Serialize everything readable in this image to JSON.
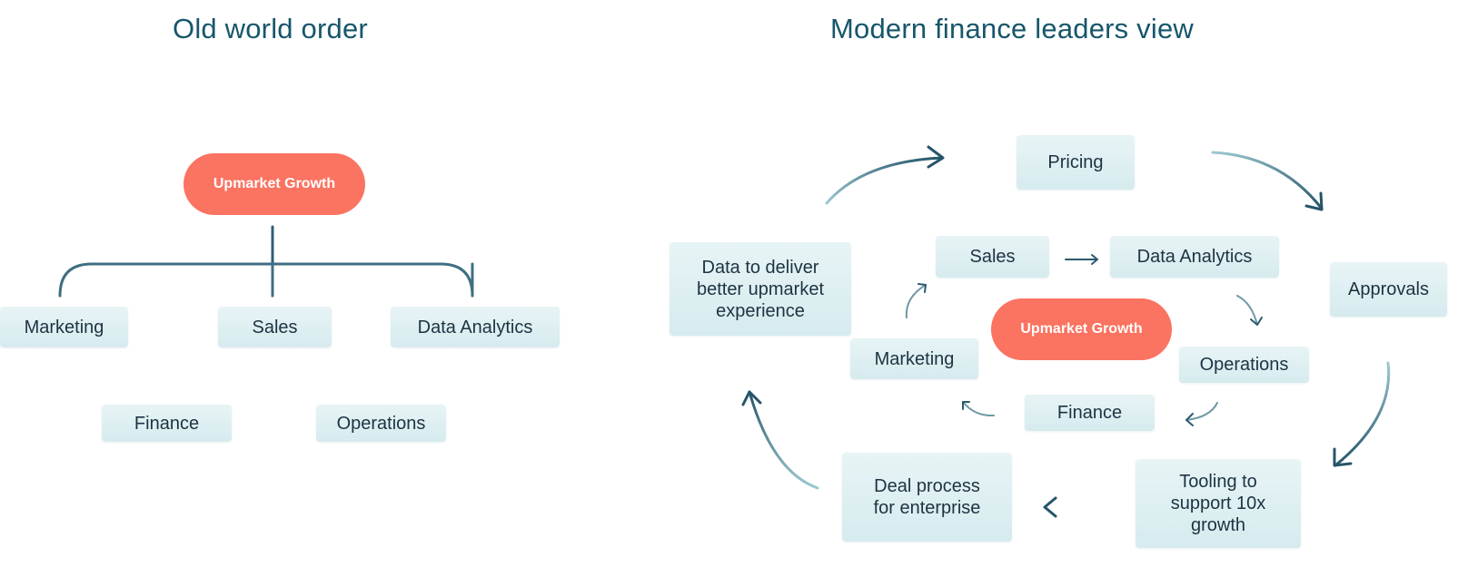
{
  "left_panel": {
    "title": "Old world order",
    "center": "Upmarket Growth",
    "nodes": {
      "marketing": "Marketing",
      "sales": "Sales",
      "data_analytics": "Data Analytics",
      "finance": "Finance",
      "operations": "Operations"
    }
  },
  "right_panel": {
    "title": "Modern finance leaders view",
    "center": "Upmarket Growth",
    "outer": {
      "pricing": "Pricing",
      "approvals": "Approvals",
      "tooling": "Tooling to support 10x growth",
      "deal": "Deal process for enterprise",
      "data": "Data to deliver better upmarket experience"
    },
    "inner": {
      "sales": "Sales",
      "data_analytics": "Data Analytics",
      "operations": "Operations",
      "finance": "Finance",
      "marketing": "Marketing"
    }
  },
  "colors": {
    "accent": "#fb7361",
    "title": "#17566b",
    "arrow": "#2b5a6e",
    "box": "#dceef1"
  }
}
